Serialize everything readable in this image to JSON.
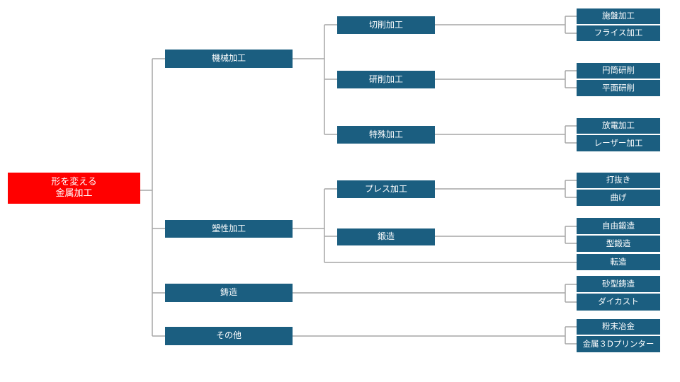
{
  "diagram": {
    "root": {
      "label": "形を変える\n金属加工"
    },
    "level1": [
      {
        "id": "machining",
        "label": "機械加工"
      },
      {
        "id": "plastic",
        "label": "塑性加工"
      },
      {
        "id": "casting",
        "label": "鋳造"
      },
      {
        "id": "other",
        "label": "その他"
      }
    ],
    "level2": [
      {
        "id": "cutting",
        "label": "切削加工"
      },
      {
        "id": "grinding",
        "label": "研削加工"
      },
      {
        "id": "special",
        "label": "特殊加工"
      },
      {
        "id": "press",
        "label": "プレス加工"
      },
      {
        "id": "forging",
        "label": "鍛造"
      }
    ],
    "level3": [
      {
        "id": "turning",
        "label": "施盤加工"
      },
      {
        "id": "milling",
        "label": "フライス加工"
      },
      {
        "id": "cyl",
        "label": "円筒研削"
      },
      {
        "id": "surface",
        "label": "平面研削"
      },
      {
        "id": "edm",
        "label": "放電加工"
      },
      {
        "id": "laser",
        "label": "レーザー加工"
      },
      {
        "id": "punch",
        "label": "打抜き"
      },
      {
        "id": "bend",
        "label": "曲げ"
      },
      {
        "id": "freeforge",
        "label": "自由鍛造"
      },
      {
        "id": "dieforge",
        "label": "型鍛造"
      },
      {
        "id": "rolling",
        "label": "転造"
      },
      {
        "id": "sand",
        "label": "砂型鋳造"
      },
      {
        "id": "die",
        "label": "ダイカスト"
      },
      {
        "id": "powder",
        "label": "粉末冶金"
      },
      {
        "id": "printer",
        "label": "金属３Dプリンター"
      }
    ]
  },
  "colors": {
    "root_fill": "#ff0000",
    "node_fill": "#1b5e80",
    "node_text": "#ffffff",
    "connector": "#a6a6a6"
  }
}
